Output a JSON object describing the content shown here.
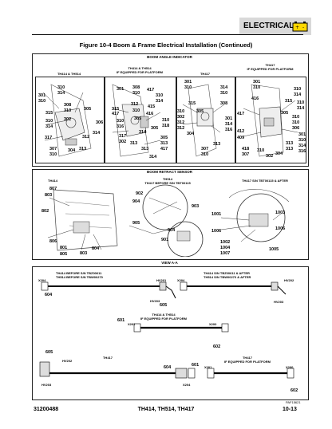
{
  "header": {
    "section": "ELECTRICAL",
    "icon": "battery-icon"
  },
  "figure_title": "Figure 10-4 Boom & Frame Electrical Installation (Continued)",
  "boom_angle": {
    "title": "BOOM ANGLE INDICATOR",
    "views": [
      {
        "label": "TH414 & TH514"
      },
      {
        "label": "TH414 & TH514\nIF EQUIPPED FOR PLATFORM"
      },
      {
        "label": "TH417"
      },
      {
        "label": "TH417\nIF EQUIPPED FOR PLATFORM"
      }
    ],
    "callouts_v1": [
      "301",
      "310",
      "314",
      "310",
      "315",
      "308",
      "310",
      "305",
      "302",
      "306",
      "310",
      "314",
      "312",
      "314",
      "317",
      "307",
      "310",
      "304",
      "313"
    ],
    "callouts_v2": [
      "301",
      "308",
      "310",
      "417",
      "310",
      "314",
      "315",
      "312",
      "415",
      "310",
      "416",
      "310",
      "318",
      "310",
      "305",
      "316",
      "314",
      "317",
      "417",
      "313",
      "314",
      "313",
      "305",
      "417",
      "305",
      "302",
      "313"
    ],
    "callouts_v3": [
      "301",
      "310",
      "314",
      "310",
      "315",
      "305",
      "308",
      "310",
      "302",
      "304",
      "312",
      "316",
      "301",
      "314",
      "312",
      "307",
      "310",
      "313"
    ],
    "callouts_v4": [
      "301",
      "310",
      "310",
      "314",
      "416",
      "310",
      "315",
      "314",
      "417",
      "305",
      "310",
      "310",
      "306",
      "301",
      "412",
      "409",
      "310",
      "314",
      "316",
      "418",
      "307",
      "310",
      "302",
      "304",
      "313",
      "313"
    ]
  },
  "retract": {
    "title": "BOOM RETRACT SENSOR",
    "views": [
      {
        "label": "TH414"
      },
      {
        "label": "TH514\nTH417 BEFORE S/N TBT00115"
      },
      {
        "label": "TH417 S/N TBT00115 & AFTER"
      }
    ],
    "callouts_v1": [
      "807",
      "803",
      "802",
      "806",
      "801",
      "805",
      "804",
      "803"
    ],
    "callouts_v2": [
      "902",
      "904",
      "903",
      "905",
      "904",
      "901"
    ],
    "callouts_v3": [
      "1001",
      "1003",
      "1006",
      "1006",
      "1002",
      "1004",
      "1007",
      "1005"
    ]
  },
  "view_aa": {
    "title": "VIEW A-A",
    "labels": [
      "TH414 BEFORE S/N TBZ00611\nTH514 BEFORE S/N TBW00270",
      "TH414 S/N TBZ00611 & AFTER\nTH514 S/N TBW00270 & AFTER",
      "TH414 & TH514\nIF EQUIPPED FOR PLATFORM",
      "TH417",
      "TH417\nIF EQUIPPED FOR PLATFORM"
    ],
    "callouts": [
      "X204",
      "604",
      "HV201",
      "X204",
      "HV202",
      "HV203",
      "605",
      "HV203",
      "601",
      "X201",
      "X200",
      "602",
      "605",
      "HV202",
      "HV203",
      "604",
      "X204",
      "601",
      "X201",
      "X200",
      "602"
    ],
    "figure_id": "PAF15621"
  },
  "footer": {
    "left": "31200488",
    "center": "TH414, TH514, TH417",
    "right": "10-13"
  }
}
